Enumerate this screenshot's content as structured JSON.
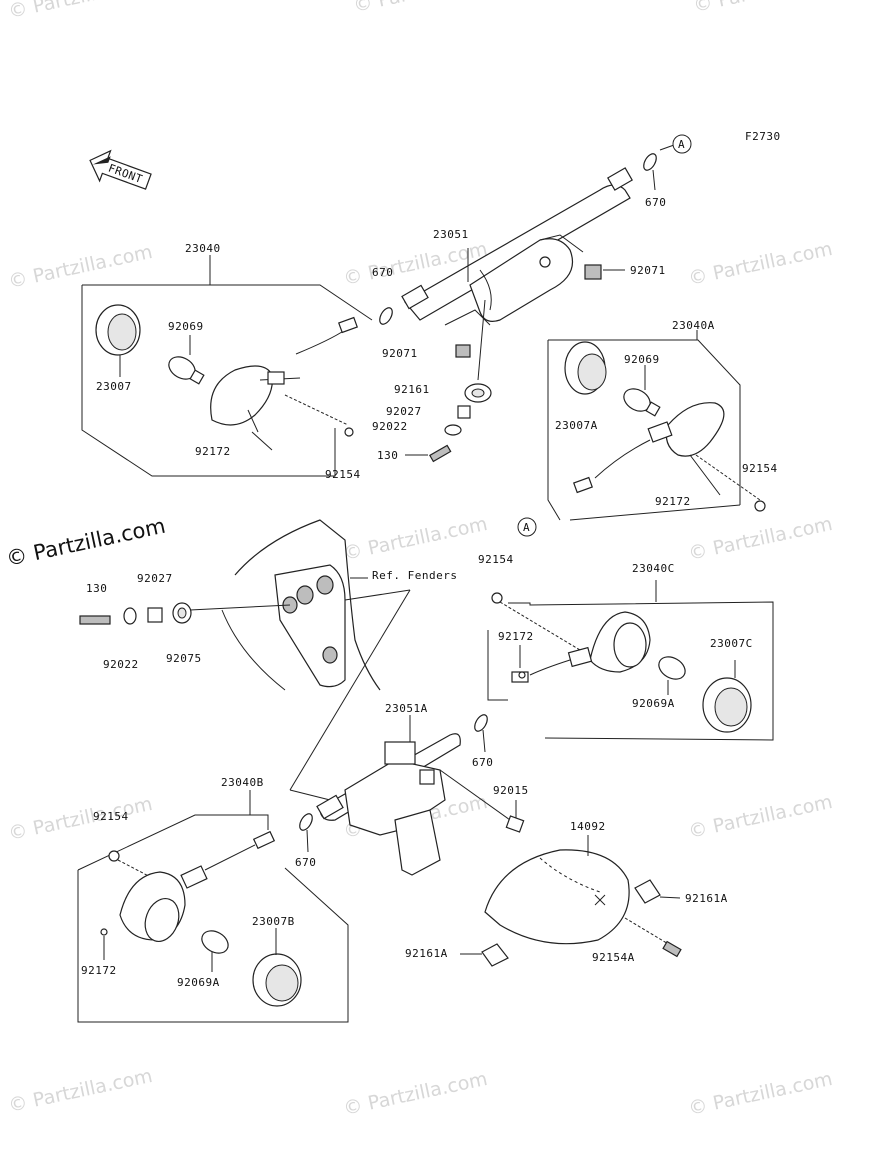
{
  "diagram_code": "F2730",
  "front_label": "FRONT",
  "watermark": "© Partzilla.com",
  "connector_marker": "A",
  "ref_label": "Ref. Fenders",
  "labels": {
    "p23040": "23040",
    "p23040A": "23040A",
    "p23040B": "23040B",
    "p23040C": "23040C",
    "p23051": "23051",
    "p23051A": "23051A",
    "p23007": "23007",
    "p23007A": "23007A",
    "p23007B": "23007B",
    "p23007C": "23007C",
    "p92069_1": "92069",
    "p92069_2": "92069",
    "p92069A_1": "92069A",
    "p92069A_2": "92069A",
    "p92172_1": "92172",
    "p92172_2": "92172",
    "p92172_3": "92172",
    "p92172_4": "92172",
    "p92154_1": "92154",
    "p92154_2": "92154",
    "p92154_3": "92154",
    "p92154_4": "92154",
    "p92154A": "92154A",
    "p670_1": "670",
    "p670_2": "670",
    "p670_3": "670",
    "p670_4": "670",
    "p92071_1": "92071",
    "p92071_2": "92071",
    "p92161": "92161",
    "p92161A_1": "92161A",
    "p92161A_2": "92161A",
    "p92027_1": "92027",
    "p92027_2": "92027",
    "p92022_1": "92022",
    "p92022_2": "92022",
    "p130_1": "130",
    "p130_2": "130",
    "p92075": "92075",
    "p92015": "92015",
    "p14092": "14092"
  }
}
